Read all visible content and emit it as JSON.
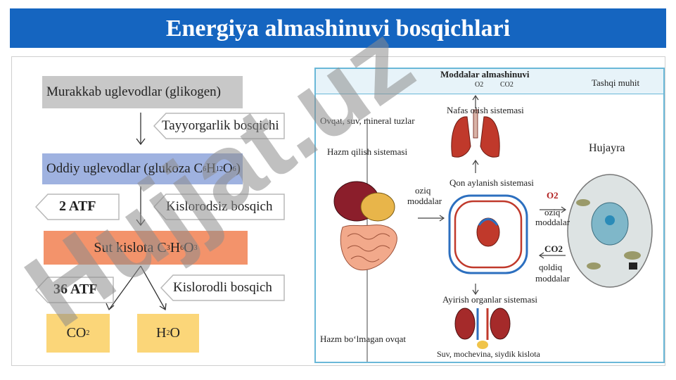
{
  "title": "Energiya almashinuvi bosqichlari",
  "left": {
    "glycogen": "Murakkab uglevodlar (glikogen)",
    "prep_stage": "Tayyorgarlik bosqichi",
    "simple_carbs": "Oddiy uglevodlar (glukoza C",
    "simple_carbs_formula": [
      "6",
      "H",
      "12",
      "O",
      "6",
      ")"
    ],
    "atf2": "2 ATF",
    "anaerobic_stage": "Kislorodsiz bosqich",
    "lactic_acid": "Sut kislota C",
    "lactic_formula": [
      "3",
      "H",
      "6",
      "O",
      "3"
    ],
    "atf36": "36 ATF",
    "aerobic_stage": "Kislorodli bosqich",
    "co2": "CO",
    "co2_sub": "2",
    "h2o_h": "H",
    "h2o_sub": "2",
    "h2o_o": "O"
  },
  "right": {
    "header": "Moddalar almashinuvi",
    "outer_env": "Tashqi muhit",
    "o2": "O2",
    "co2": "CO2",
    "respiratory": "Nafas olish sistemasi",
    "food_intake": "Ovqat, suv, mineral tuzlar",
    "digestive": "Hazm qilish sistemasi",
    "circulatory": "Qon aylanish sistemasi",
    "nutrients_1": "oziq",
    "nutrients_2": "moddalar",
    "cell": "Hujayra",
    "o2_right": "O2",
    "nutrients_r1": "oziq",
    "nutrients_r2": "moddalar",
    "co2_right": "CO2",
    "waste_1": "qoldiq",
    "waste_2": "moddalar",
    "excretory": "Ayirish organlar sistemasi",
    "undigested": "Hazm bo‘lmagan ovqat",
    "excreted": "Suv, mochevina, siydik kislota"
  },
  "watermark": "Hujjat.uz",
  "colors": {
    "title_bg": "#1565c0",
    "gray_box": "#c8c8c8",
    "blue_box": "#9fb2e0",
    "salmon_box": "#f3936b",
    "yellow_box": "#fbd679",
    "panel_border": "#6ab8d8",
    "watermark_gray": "#8c8c8c",
    "watermark_purple": "#b49ee6"
  }
}
